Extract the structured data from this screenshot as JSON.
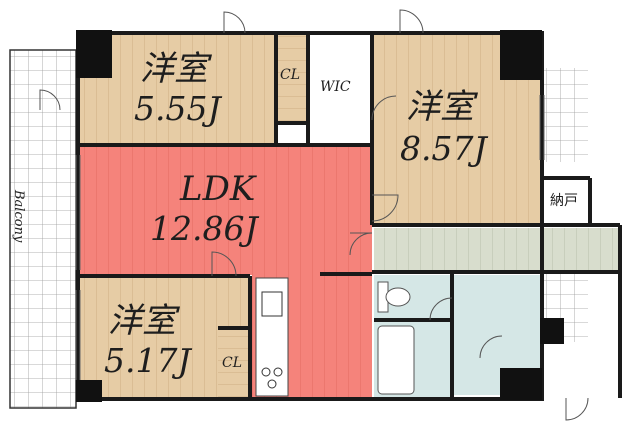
{
  "rooms": {
    "bedroom_top_left": {
      "name": "洋室",
      "size": "5.55J"
    },
    "ldk": {
      "name": "LDK",
      "size": "12.86J"
    },
    "bedroom_top_right": {
      "name": "洋室",
      "size": "8.57J"
    },
    "bedroom_bottom_left": {
      "name": "洋室",
      "size": "5.17J"
    }
  },
  "closets": {
    "cl_top": "CL",
    "wic": "WIC",
    "cl_bottom": "CL",
    "nando": "納戸"
  },
  "balcony": "Balcony",
  "colors": {
    "wood": "#e3c9a1",
    "wood_line": "#c9a97c",
    "ldk": "#f4827a",
    "ldk_line": "#e0675f",
    "corridor": "#d6dccc",
    "wet": "#d5e7e6",
    "wall": "#1a1a1a"
  }
}
